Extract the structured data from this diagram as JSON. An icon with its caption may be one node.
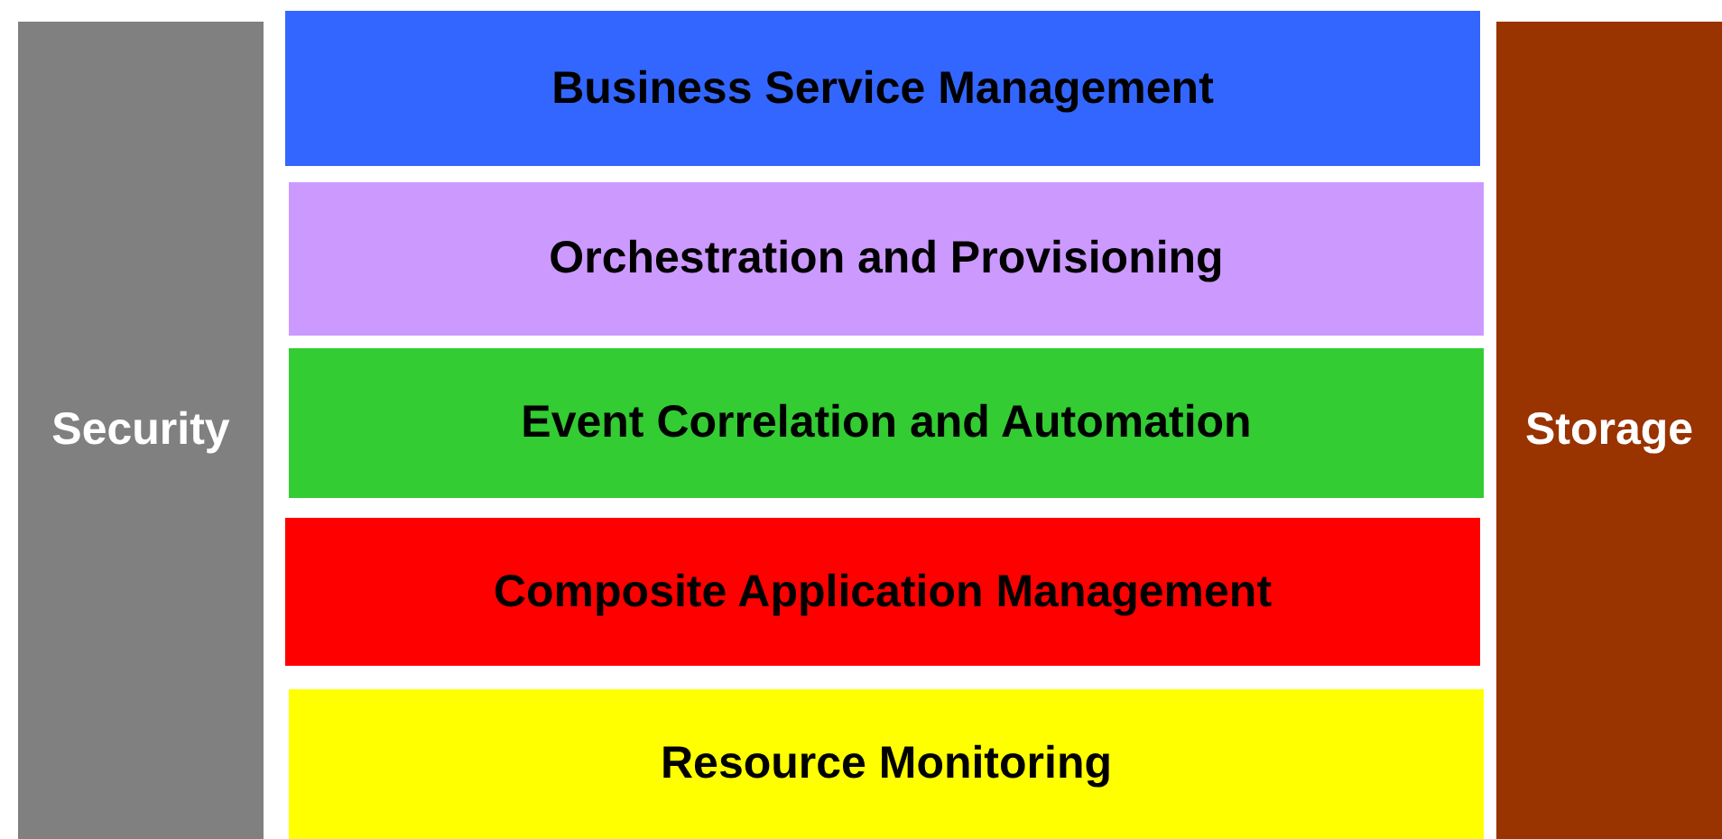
{
  "diagram": {
    "nodes": [
      {
        "text": [
          "Security"
        ]
      },
      {
        "text": [
          "Business Service Management"
        ]
      },
      {
        "text": [
          "Orchestration and Provisioning"
        ]
      },
      {
        "text": [
          "Event Correlation and Automation"
        ]
      },
      {
        "text": [
          "Composite Application Management"
        ]
      },
      {
        "text": [
          "Resource Monitoring"
        ]
      },
      {
        "text": [
          "Storage"
        ]
      }
    ]
  }
}
